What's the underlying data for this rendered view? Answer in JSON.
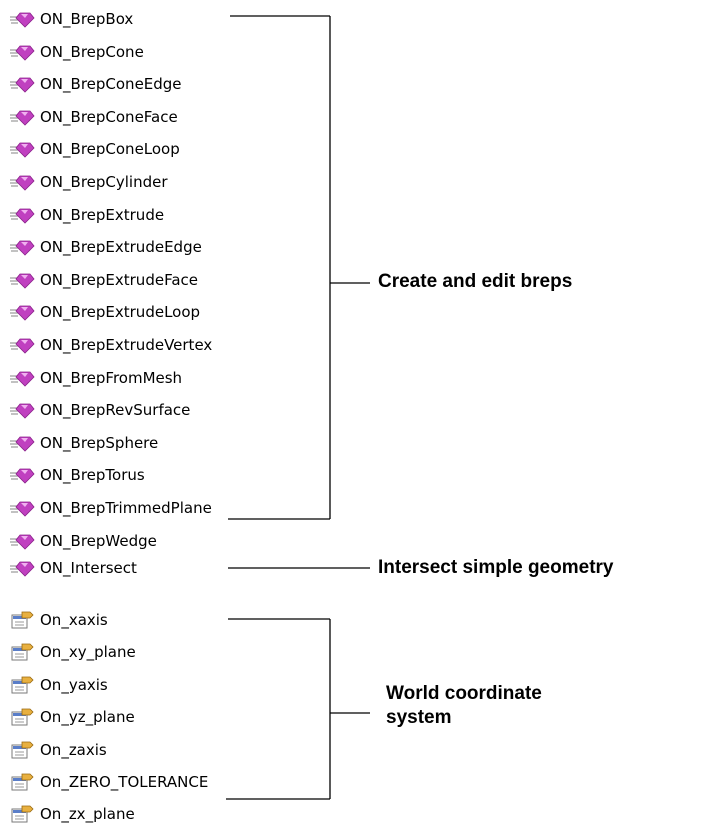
{
  "groups": [
    {
      "label": "Create and edit breps",
      "icon": "function-icon",
      "items": [
        "ON_BrepBox",
        "ON_BrepCone",
        "ON_BrepConeEdge",
        "ON_BrepConeFace",
        "ON_BrepConeLoop",
        "ON_BrepCylinder",
        "ON_BrepExtrude",
        "ON_BrepExtrudeEdge",
        "ON_BrepExtrudeFace",
        "ON_BrepExtrudeLoop",
        "ON_BrepExtrudeVertex",
        "ON_BrepFromMesh",
        "ON_BrepRevSurface",
        "ON_BrepSphere",
        "ON_BrepTorus",
        "ON_BrepTrimmedPlane",
        "ON_BrepWedge"
      ]
    },
    {
      "label": "Intersect simple geometry",
      "icon": "function-icon",
      "items": [
        "ON_Intersect"
      ]
    },
    {
      "label": "World coordinate system",
      "label_lines": [
        "World coordinate",
        "system"
      ],
      "icon": "variable-icon",
      "items": [
        "On_xaxis",
        "On_xy_plane",
        "On_yaxis",
        "On_yz_plane",
        "On_zaxis",
        "On_ZERO_TOLERANCE",
        "On_zx_plane"
      ]
    }
  ],
  "colors": {
    "function_icon": "#c040c0",
    "variable_icon": "#e8b040",
    "line": "#000000"
  }
}
